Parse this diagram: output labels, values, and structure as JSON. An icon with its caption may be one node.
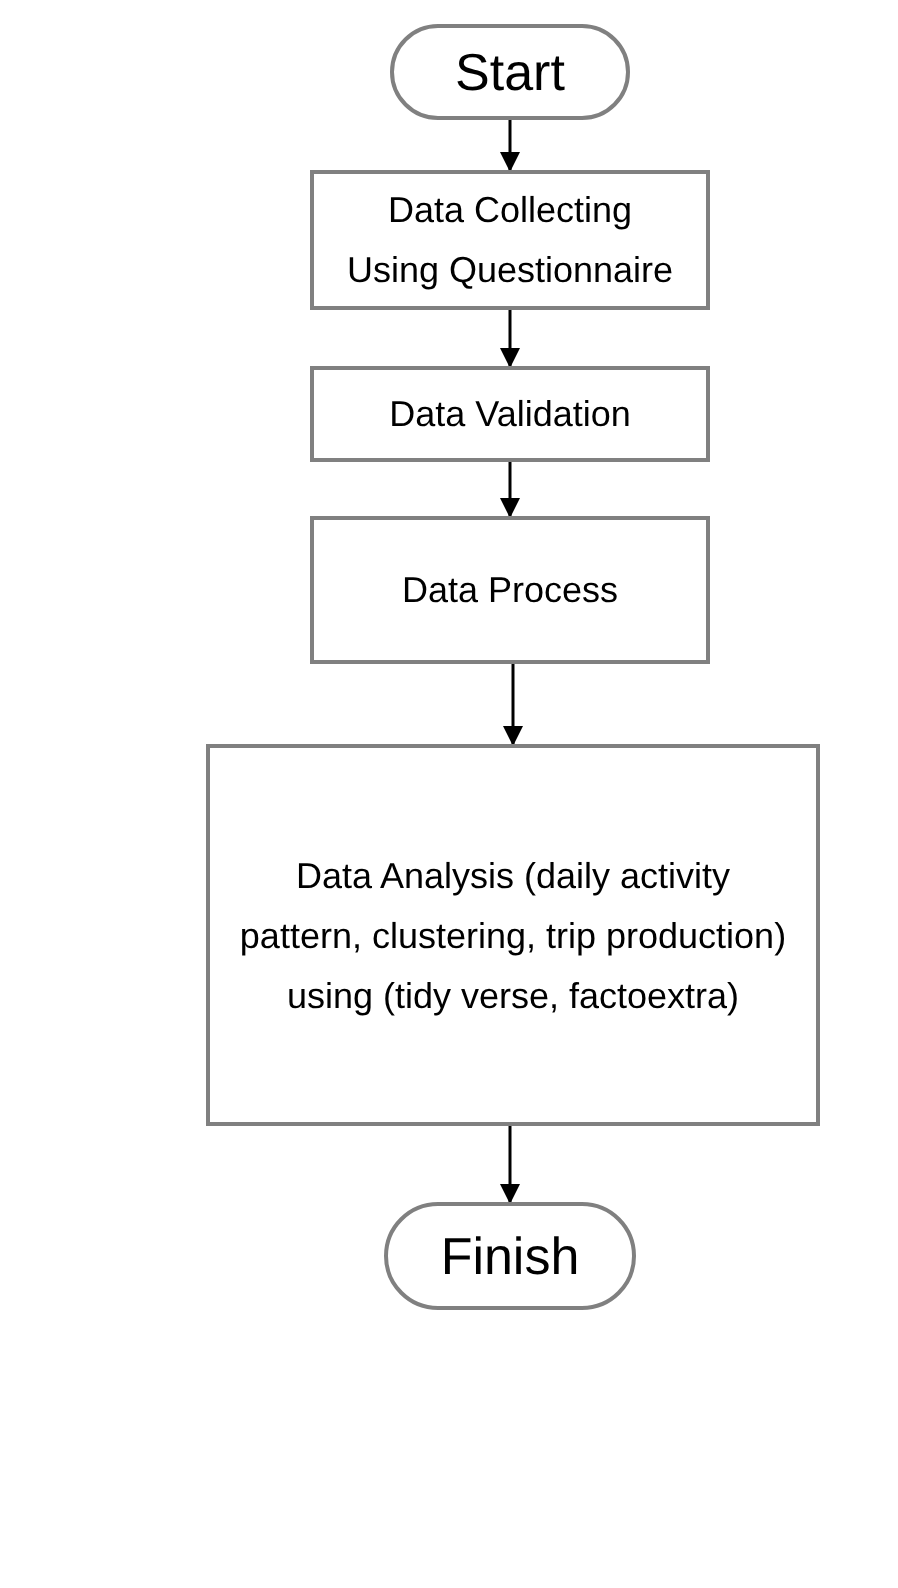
{
  "diagram": {
    "nodes": [
      {
        "text": [
          "Start"
        ]
      },
      {
        "text": [
          "Data Collecting Using Questionnaire"
        ]
      },
      {
        "text": [
          "Data Validation"
        ]
      },
      {
        "text": [
          "Data Process"
        ]
      },
      {
        "text": [
          "Data Analysis (daily activity pattern, clustering, trip production) using (tidy verse, factoextra)"
        ]
      },
      {
        "text": [
          "Finish"
        ]
      }
    ],
    "edges": [
      {
        "from": 0,
        "to": 1,
        "arrow": "to"
      },
      {
        "from": 1,
        "to": 2,
        "arrow": "to"
      },
      {
        "from": 2,
        "to": 3,
        "arrow": "to"
      },
      {
        "from": 3,
        "to": 4,
        "arrow": "to"
      },
      {
        "from": 4,
        "to": 5,
        "arrow": "to"
      }
    ]
  }
}
